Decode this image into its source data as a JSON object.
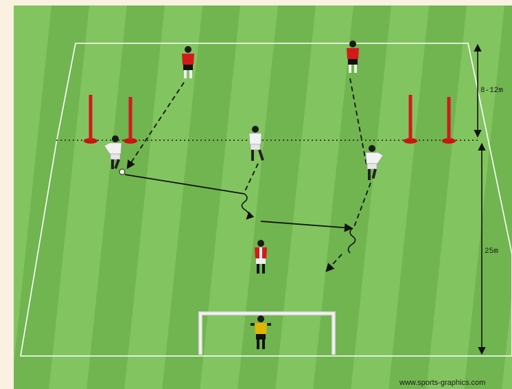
{
  "diagram": {
    "labels": {
      "upper_distance": "8-12m",
      "lower_distance": "25m",
      "credit": "www.sports-graphics.com"
    },
    "players": [
      {
        "team": "red",
        "role": "attacker-left"
      },
      {
        "team": "red",
        "role": "attacker-right"
      },
      {
        "team": "white",
        "role": "passer-left"
      },
      {
        "team": "white",
        "role": "midfielder-center"
      },
      {
        "team": "white",
        "role": "receiver-right"
      },
      {
        "team": "red",
        "role": "striker"
      },
      {
        "team": "yellow",
        "role": "goalkeeper"
      }
    ],
    "colors": {
      "pitch_light": "#82c460",
      "pitch_dark": "#6fb44d",
      "page_background": "#fbf1e1",
      "cone": "#d11a1a",
      "red_kit": "#d31a1a",
      "white_kit": "#f2f2f2",
      "goalkeeper_kit": "#e0b400",
      "lines": "#ffffff"
    }
  }
}
